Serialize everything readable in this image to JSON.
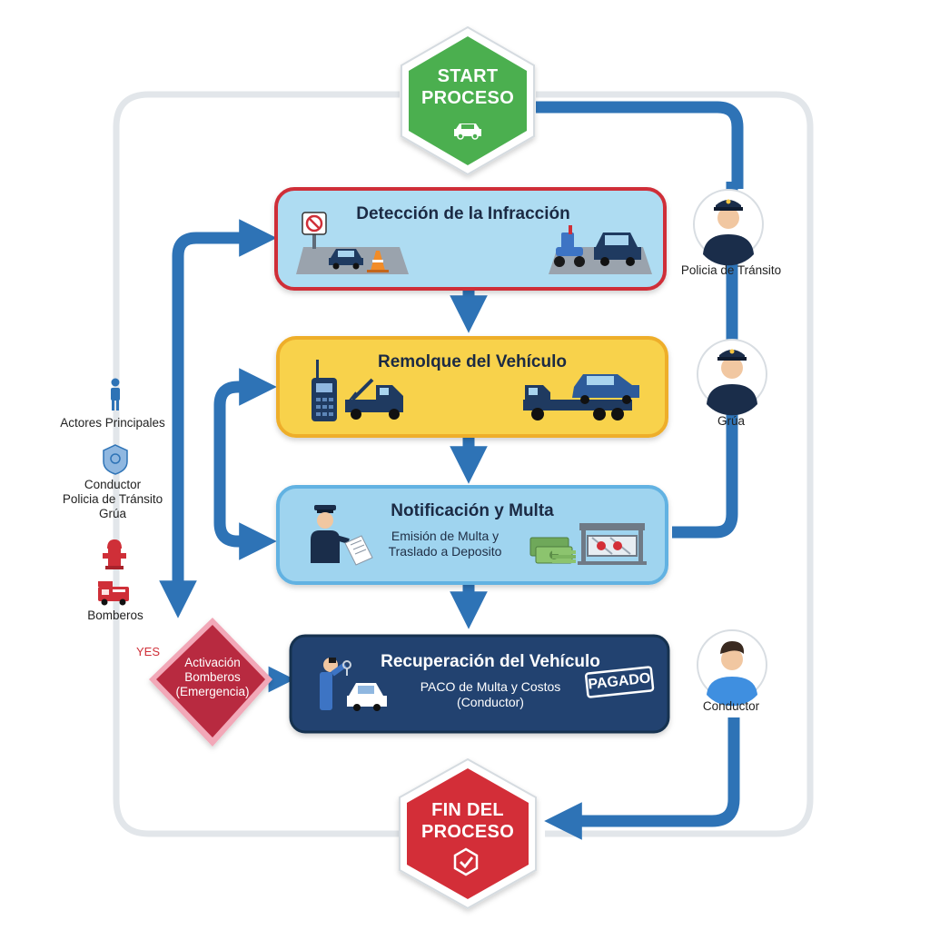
{
  "start": {
    "lines": "START\nPROCESO"
  },
  "end": {
    "lines": "FIN DEL\nPROCESO"
  },
  "steps": [
    {
      "title": "Detección de la Infracción"
    },
    {
      "title": "Remolque del Vehículo"
    },
    {
      "title": "Notificación y Multa",
      "subtitle": "Emisión de Multa y\nTraslado a Deposito"
    },
    {
      "title": "Recuperación del Vehículo",
      "subtitle": "PACO de Multa y Costos\n(Conductor)",
      "stamp": "PAGADO"
    }
  ],
  "decision": {
    "lines": "Activación\nBomberos\n(Emergencia)",
    "branch_label": "YES"
  },
  "actors": [
    {
      "label": "Policia de Tránsito"
    },
    {
      "label": "Grúa"
    },
    {
      "label": "Conductor"
    }
  ],
  "legend": {
    "title": "Actores Principales",
    "roles": "Conductor\nPolicia de Tránsito\nGrúa",
    "fire": "Bomberos"
  },
  "colors": {
    "start": "#4caf50",
    "end": "#d32f37",
    "step1_fill": "#aedcf2",
    "step1_border": "#cf2f38",
    "step2_fill": "#f8d24c",
    "step2_border": "#eeae2c",
    "step3_fill": "#9fd4ef",
    "step3_border": "#62b2e2",
    "step4_fill": "#20426f",
    "step4_border": "#14304f",
    "decision": "#b82b40",
    "arrow": "#2e73b6",
    "loop": "#e2e6ea"
  }
}
